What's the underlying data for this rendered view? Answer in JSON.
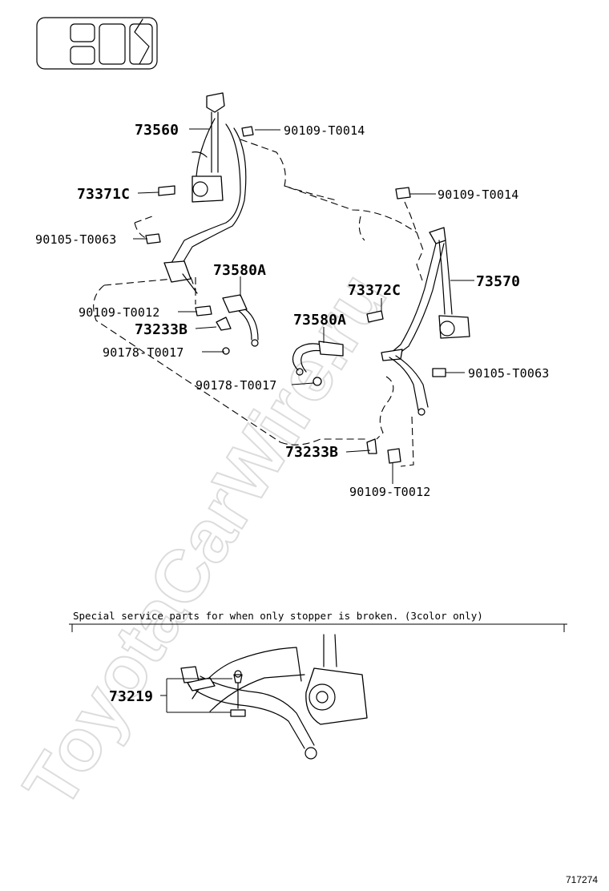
{
  "watermark": "ToyotaCarWire.ru",
  "figure_code": "717274",
  "service_note": "Special service parts for when only stopper is broken. (3color only)",
  "icons": [
    "vehicle-seating-location-icon"
  ],
  "parts": {
    "p73560": "73560",
    "p90109_t0014_a": "90109-T0014",
    "p73371c": "73371C",
    "p90105_t0063_a": "90105-T0063",
    "p73580a_a": "73580A",
    "p90109_t0012_a": "90109-T0012",
    "p73233b_a": "73233B",
    "p90178_t0017_a": "90178-T0017",
    "p73580a_b": "73580A",
    "p90178_t0017_b": "90178-T0017",
    "p73233b_b": "73233B",
    "p90109_t0012_b": "90109-T0012",
    "p90109_t0014_b": "90109-T0014",
    "p73570": "73570",
    "p73372c": "73372C",
    "p90105_t0063_b": "90105-T0063",
    "p73219": "73219"
  }
}
